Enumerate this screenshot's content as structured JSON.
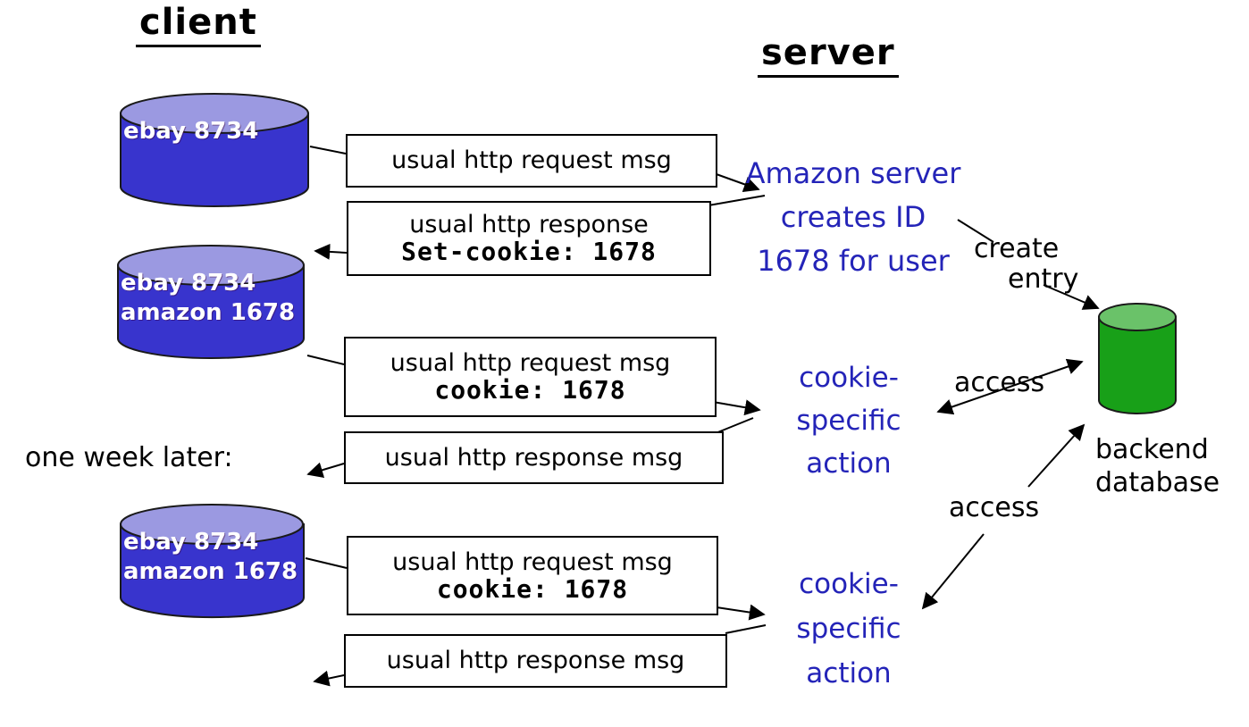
{
  "titles": {
    "client": "client",
    "server": "server"
  },
  "colors": {
    "cylinder_blue": "#3834cd",
    "cylinder_blue_top": "#9b99e1",
    "cylinder_green": "#18a018",
    "cylinder_green_top": "#6ac269",
    "text_blue": "#2424b8",
    "line_black": "#000000"
  },
  "cookie_files": {
    "c1": {
      "line1": "ebay 8734"
    },
    "c2": {
      "line1": "ebay 8734",
      "line2": "amazon 1678"
    },
    "c3": {
      "line1": "ebay 8734",
      "line2": "amazon 1678"
    }
  },
  "boxes": {
    "b1": {
      "line1": "usual http request msg"
    },
    "b2": {
      "line1": "usual http response",
      "line2": "Set-cookie: 1678"
    },
    "b3": {
      "line1": "usual http request msg",
      "line2": "cookie: 1678"
    },
    "b4": {
      "line1": "usual http response msg"
    },
    "b5": {
      "line1": "usual http request msg",
      "line2": "cookie: 1678"
    },
    "b6": {
      "line1": "usual http response msg"
    }
  },
  "server_notes": {
    "amazon": {
      "line1": "Amazon server",
      "line2": "creates ID",
      "line3": "1678 for user"
    },
    "action1": {
      "line1": "cookie-",
      "line2": "specific",
      "line3": "action"
    },
    "action2": {
      "line1": "cookie-",
      "line2": "specific",
      "line3": "action"
    }
  },
  "annotations": {
    "create": "create",
    "entry": "entry",
    "access1": "access",
    "access2": "access",
    "one_week_later": "one week later:",
    "backend_line1": "backend",
    "backend_line2": "database"
  }
}
